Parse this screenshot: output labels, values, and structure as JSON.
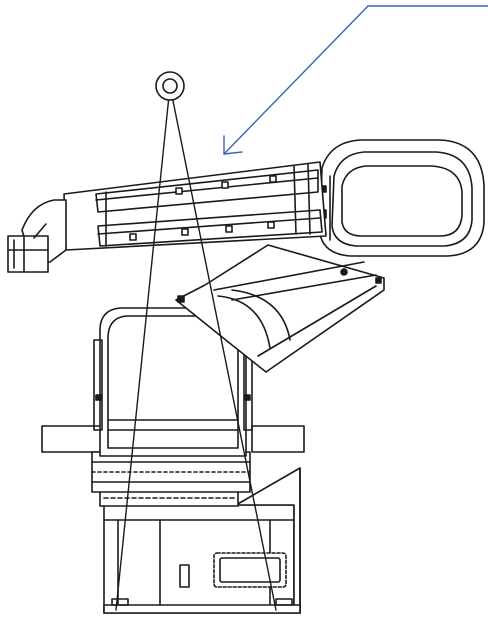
{
  "drawing": {
    "line_color": "#1a1a1a",
    "arrow_color": "#3a63b8",
    "background": "#ffffff",
    "parts": [
      "robot-base",
      "waist-turret",
      "lower-arm",
      "upper-arm-housing",
      "forearm-tube",
      "wrist-flange",
      "coordinate-target",
      "sight-lines",
      "pointer-arrow"
    ]
  }
}
